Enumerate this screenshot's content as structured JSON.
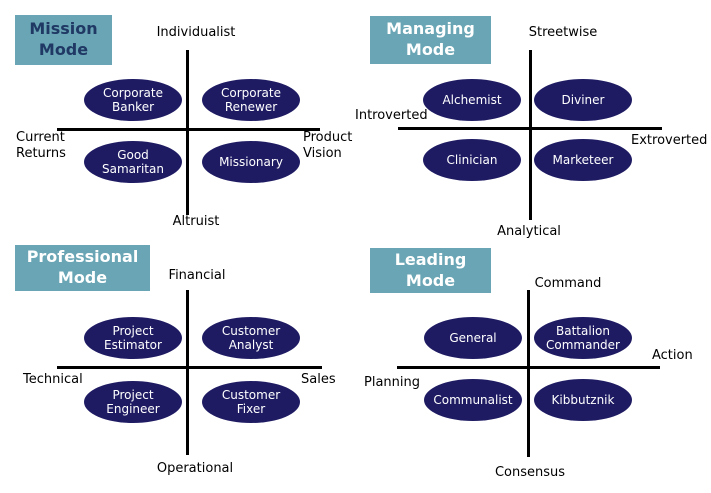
{
  "colors": {
    "title_box_bg": "#69A5B4",
    "title_text_navy": "#1F3864",
    "title_text_white": "#FFFFFF",
    "ellipse_fill": "#1E1B63",
    "ellipse_text": "#FFFFFF",
    "axis_line": "#000000",
    "axis_text": "#000000"
  },
  "quadrants": [
    {
      "id": "mission-mode",
      "title_lines": [
        "Mission",
        "Mode"
      ],
      "title_color": "#1F3864",
      "axis": {
        "top": "Individualist",
        "bottom": "Altruist",
        "left_lines": [
          "Current",
          "Returns"
        ],
        "right_lines": [
          "Product",
          "Vision"
        ]
      },
      "ellipses": [
        {
          "lines": [
            "Corporate",
            "Banker"
          ]
        },
        {
          "lines": [
            "Corporate",
            "Renewer"
          ]
        },
        {
          "lines": [
            "Good",
            "Samaritan"
          ]
        },
        {
          "lines": [
            "Missionary"
          ]
        }
      ]
    },
    {
      "id": "managing-mode",
      "title_lines": [
        "Managing",
        "Mode"
      ],
      "title_color": "#FFFFFF",
      "axis": {
        "top": "Streetwise",
        "bottom": "Analytical",
        "left_lines": [
          "Introverted"
        ],
        "right_lines": [
          "Extroverted"
        ]
      },
      "ellipses": [
        {
          "lines": [
            "Alchemist"
          ]
        },
        {
          "lines": [
            "Diviner"
          ]
        },
        {
          "lines": [
            "Clinician"
          ]
        },
        {
          "lines": [
            "Marketeer"
          ]
        }
      ]
    },
    {
      "id": "professional-mode",
      "title_lines": [
        "Professional",
        "Mode"
      ],
      "title_color": "#FFFFFF",
      "axis": {
        "top": "Financial",
        "bottom": "Operational",
        "left_lines": [
          "Technical"
        ],
        "right_lines": [
          "Sales"
        ]
      },
      "ellipses": [
        {
          "lines": [
            "Project",
            "Estimator"
          ]
        },
        {
          "lines": [
            "Customer",
            "Analyst"
          ]
        },
        {
          "lines": [
            "Project",
            "Engineer"
          ]
        },
        {
          "lines": [
            "Customer",
            "Fixer"
          ]
        }
      ]
    },
    {
      "id": "leading-mode",
      "title_lines": [
        "Leading",
        "Mode"
      ],
      "title_color": "#FFFFFF",
      "axis": {
        "top": "Command",
        "bottom": "Consensus",
        "left_lines": [
          "Planning"
        ],
        "right_lines": [
          "Action"
        ]
      },
      "ellipses": [
        {
          "lines": [
            "General"
          ]
        },
        {
          "lines": [
            "Battalion",
            "Commander"
          ]
        },
        {
          "lines": [
            "Communalist"
          ]
        },
        {
          "lines": [
            "Kibbutznik"
          ]
        }
      ]
    }
  ]
}
